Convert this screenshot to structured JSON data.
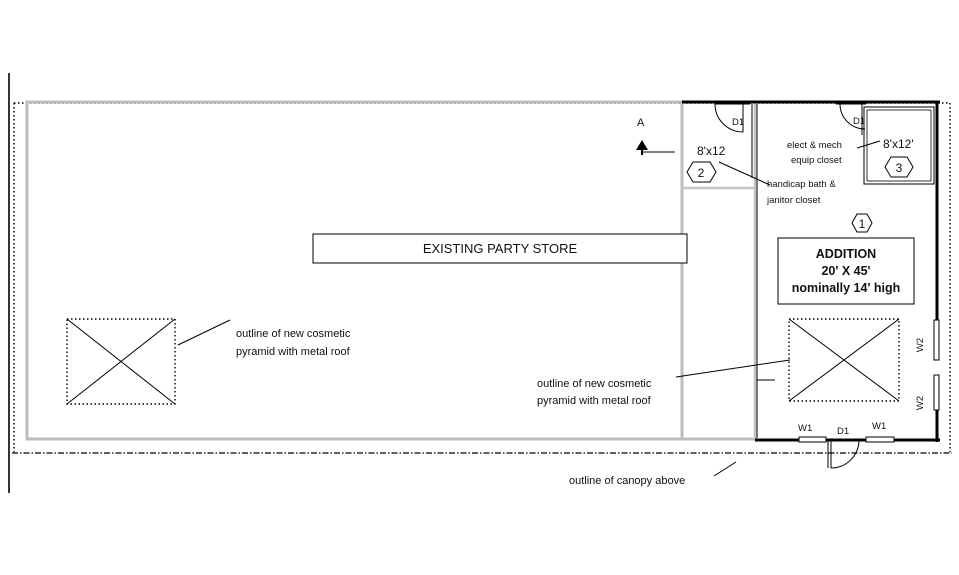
{
  "labels": {
    "existing_store": "EXISTING PARTY STORE",
    "addition_line1": "ADDITION",
    "addition_line2": "20' X 45'",
    "addition_line3": "nominally 14' high",
    "room1_tag": "1",
    "room2_tag": "2",
    "room3_tag": "3",
    "room2_size": "8'x12",
    "room3_size": "8'x12'",
    "bath_line1": "handicap bath &",
    "bath_line2": "janitor closet",
    "elect_line1": "elect & mech",
    "elect_line2": "equip closet",
    "section_marker": "A",
    "pyramid_left_line1": "outline of new cosmetic",
    "pyramid_left_line2": "pyramid with metal roof",
    "pyramid_right_line1": "outline of new cosmetic",
    "pyramid_right_line2": "pyramid with metal roof",
    "canopy": "outline of canopy above",
    "door_d1_bath": "D1",
    "door_d1_elect": "D1",
    "door_d1_front": "D1",
    "window_w1_left": "W1",
    "window_w1_right": "W1",
    "window_w2_top": "W2",
    "window_w2_bottom": "W2"
  }
}
